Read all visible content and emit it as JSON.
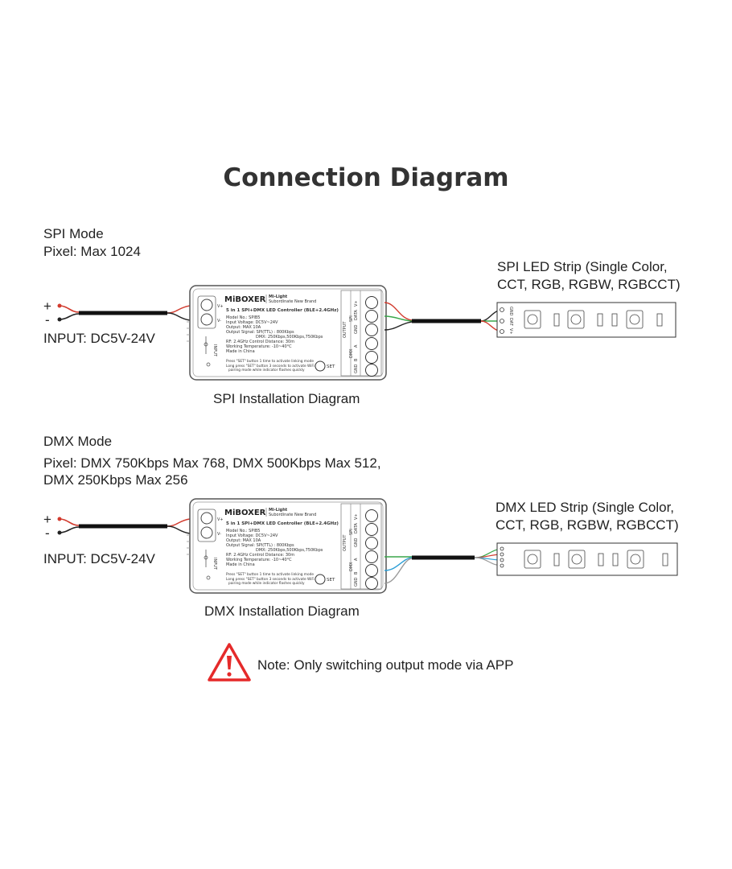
{
  "title": "Connection Diagram",
  "spi": {
    "mode": "SPI Mode",
    "pixel": "Pixel: Max 1024",
    "plus": "+",
    "minus": "-",
    "input": "INPUT: DC5V-24V",
    "caption": "SPI Installation Diagram",
    "strip_line1": "SPI LED Strip (Single Color,",
    "strip_line2": "CCT, RGB, RGBW, RGBCCT)",
    "strip_pins": [
      "GND",
      "DAT",
      "V+"
    ]
  },
  "dmx": {
    "mode": "DMX Mode",
    "pixel_line1": "Pixel: DMX 750Kbps Max 768, DMX 500Kbps Max 512,",
    "pixel_line2": "DMX 250Kbps Max 256",
    "plus": "+",
    "minus": "-",
    "input": "INPUT: DC5V-24V",
    "caption": "DMX Installation Diagram",
    "strip_line1": "DMX LED Strip (Single Color,",
    "strip_line2": "CCT, RGB, RGBW, RGBCCT)"
  },
  "controller": {
    "brand": "MiBOXER",
    "brand_sub1": "Mi-Light",
    "brand_sub2": "Subordinate New Brand",
    "product": "5 in 1 SPI+DMX LED Controller (BLE+2.4GHz)",
    "specs_spi": [
      "Model No.: SPIB5",
      "Input Voltage: DC5V~24V",
      "Output: MAX 10A",
      "Output Signal: SPI(TTL) : 800Kbps",
      "DMX: 250Kbps,500Kbps,750Kbps",
      "RF: 2.4GHz  Control Distance: 30m",
      "Working Temperature: -10~40°C",
      "Made in China"
    ],
    "specs_dmx": [
      "Model No.: SPIB5",
      "Input Voltage: DC5V~24V",
      "Output: MAX 10A",
      "Output Signal: SPI(TTL) : 800Kbps",
      "DMX: 250Kbps,500Kbps,750Kbps",
      "RF: 2.4GHz  Control Distance: 30m",
      "Working Temperature: -10~40°C",
      "Made in China"
    ],
    "hint1": "Press \"SET\" button 1 time to activate linking mode",
    "hint2": "Long press \"SET\" button 3 seconds to activate WiFi",
    "hint3": "pairing mode while indicator flashes quickly",
    "set": "SET",
    "input_vplus": "V+",
    "input_vminus": "V-",
    "input_label": "INPUT",
    "output_label": "OUTPUT",
    "spi_label": "SPI",
    "dmx_label": "DMX",
    "out_pins": [
      "V+",
      "DATA",
      "GND",
      "A",
      "B",
      "GND"
    ]
  },
  "note": "Note: Only switching output mode via APP",
  "colors": {
    "wire_red": "#d23b2e",
    "wire_green": "#3aa64a",
    "wire_blue": "#2e9fd6",
    "wire_gray": "#9a9a9a",
    "warning_red": "#e52a2a"
  }
}
